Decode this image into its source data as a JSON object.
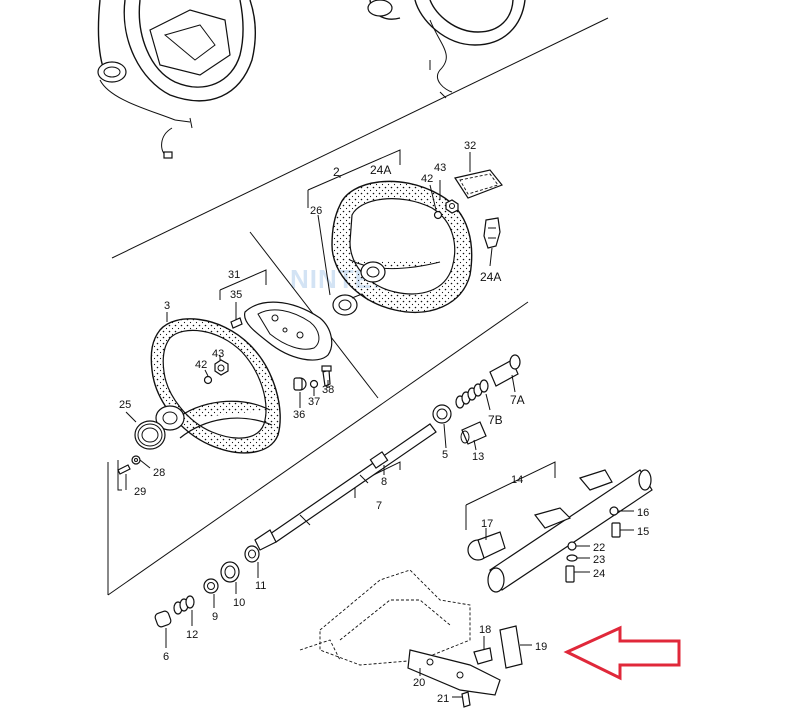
{
  "watermark": "NINTENDO",
  "arrow_color": "#e0283a",
  "labels": {
    "p2": "2",
    "p24A_top": "24A",
    "p32": "32",
    "p43_top": "43",
    "p42_top": "42",
    "p26": "26",
    "p24A_right": "24A",
    "p31": "31",
    "p35": "35",
    "p3": "3",
    "p43_mid": "43",
    "p42_mid": "42",
    "p38": "38",
    "p37": "37",
    "p36": "36",
    "p25": "25",
    "p28": "28",
    "p29": "29",
    "p7A": "7A",
    "p7B": "7B",
    "p5": "5",
    "p13": "13",
    "p8": "8",
    "p7": "7",
    "p14": "14",
    "p16": "16",
    "p15": "15",
    "p17": "17",
    "p22": "22",
    "p23": "23",
    "p24": "24",
    "p11": "11",
    "p10": "10",
    "p9": "9",
    "p12": "12",
    "p6": "6",
    "p18": "18",
    "p19": "19",
    "p20": "20",
    "p21": "21"
  }
}
